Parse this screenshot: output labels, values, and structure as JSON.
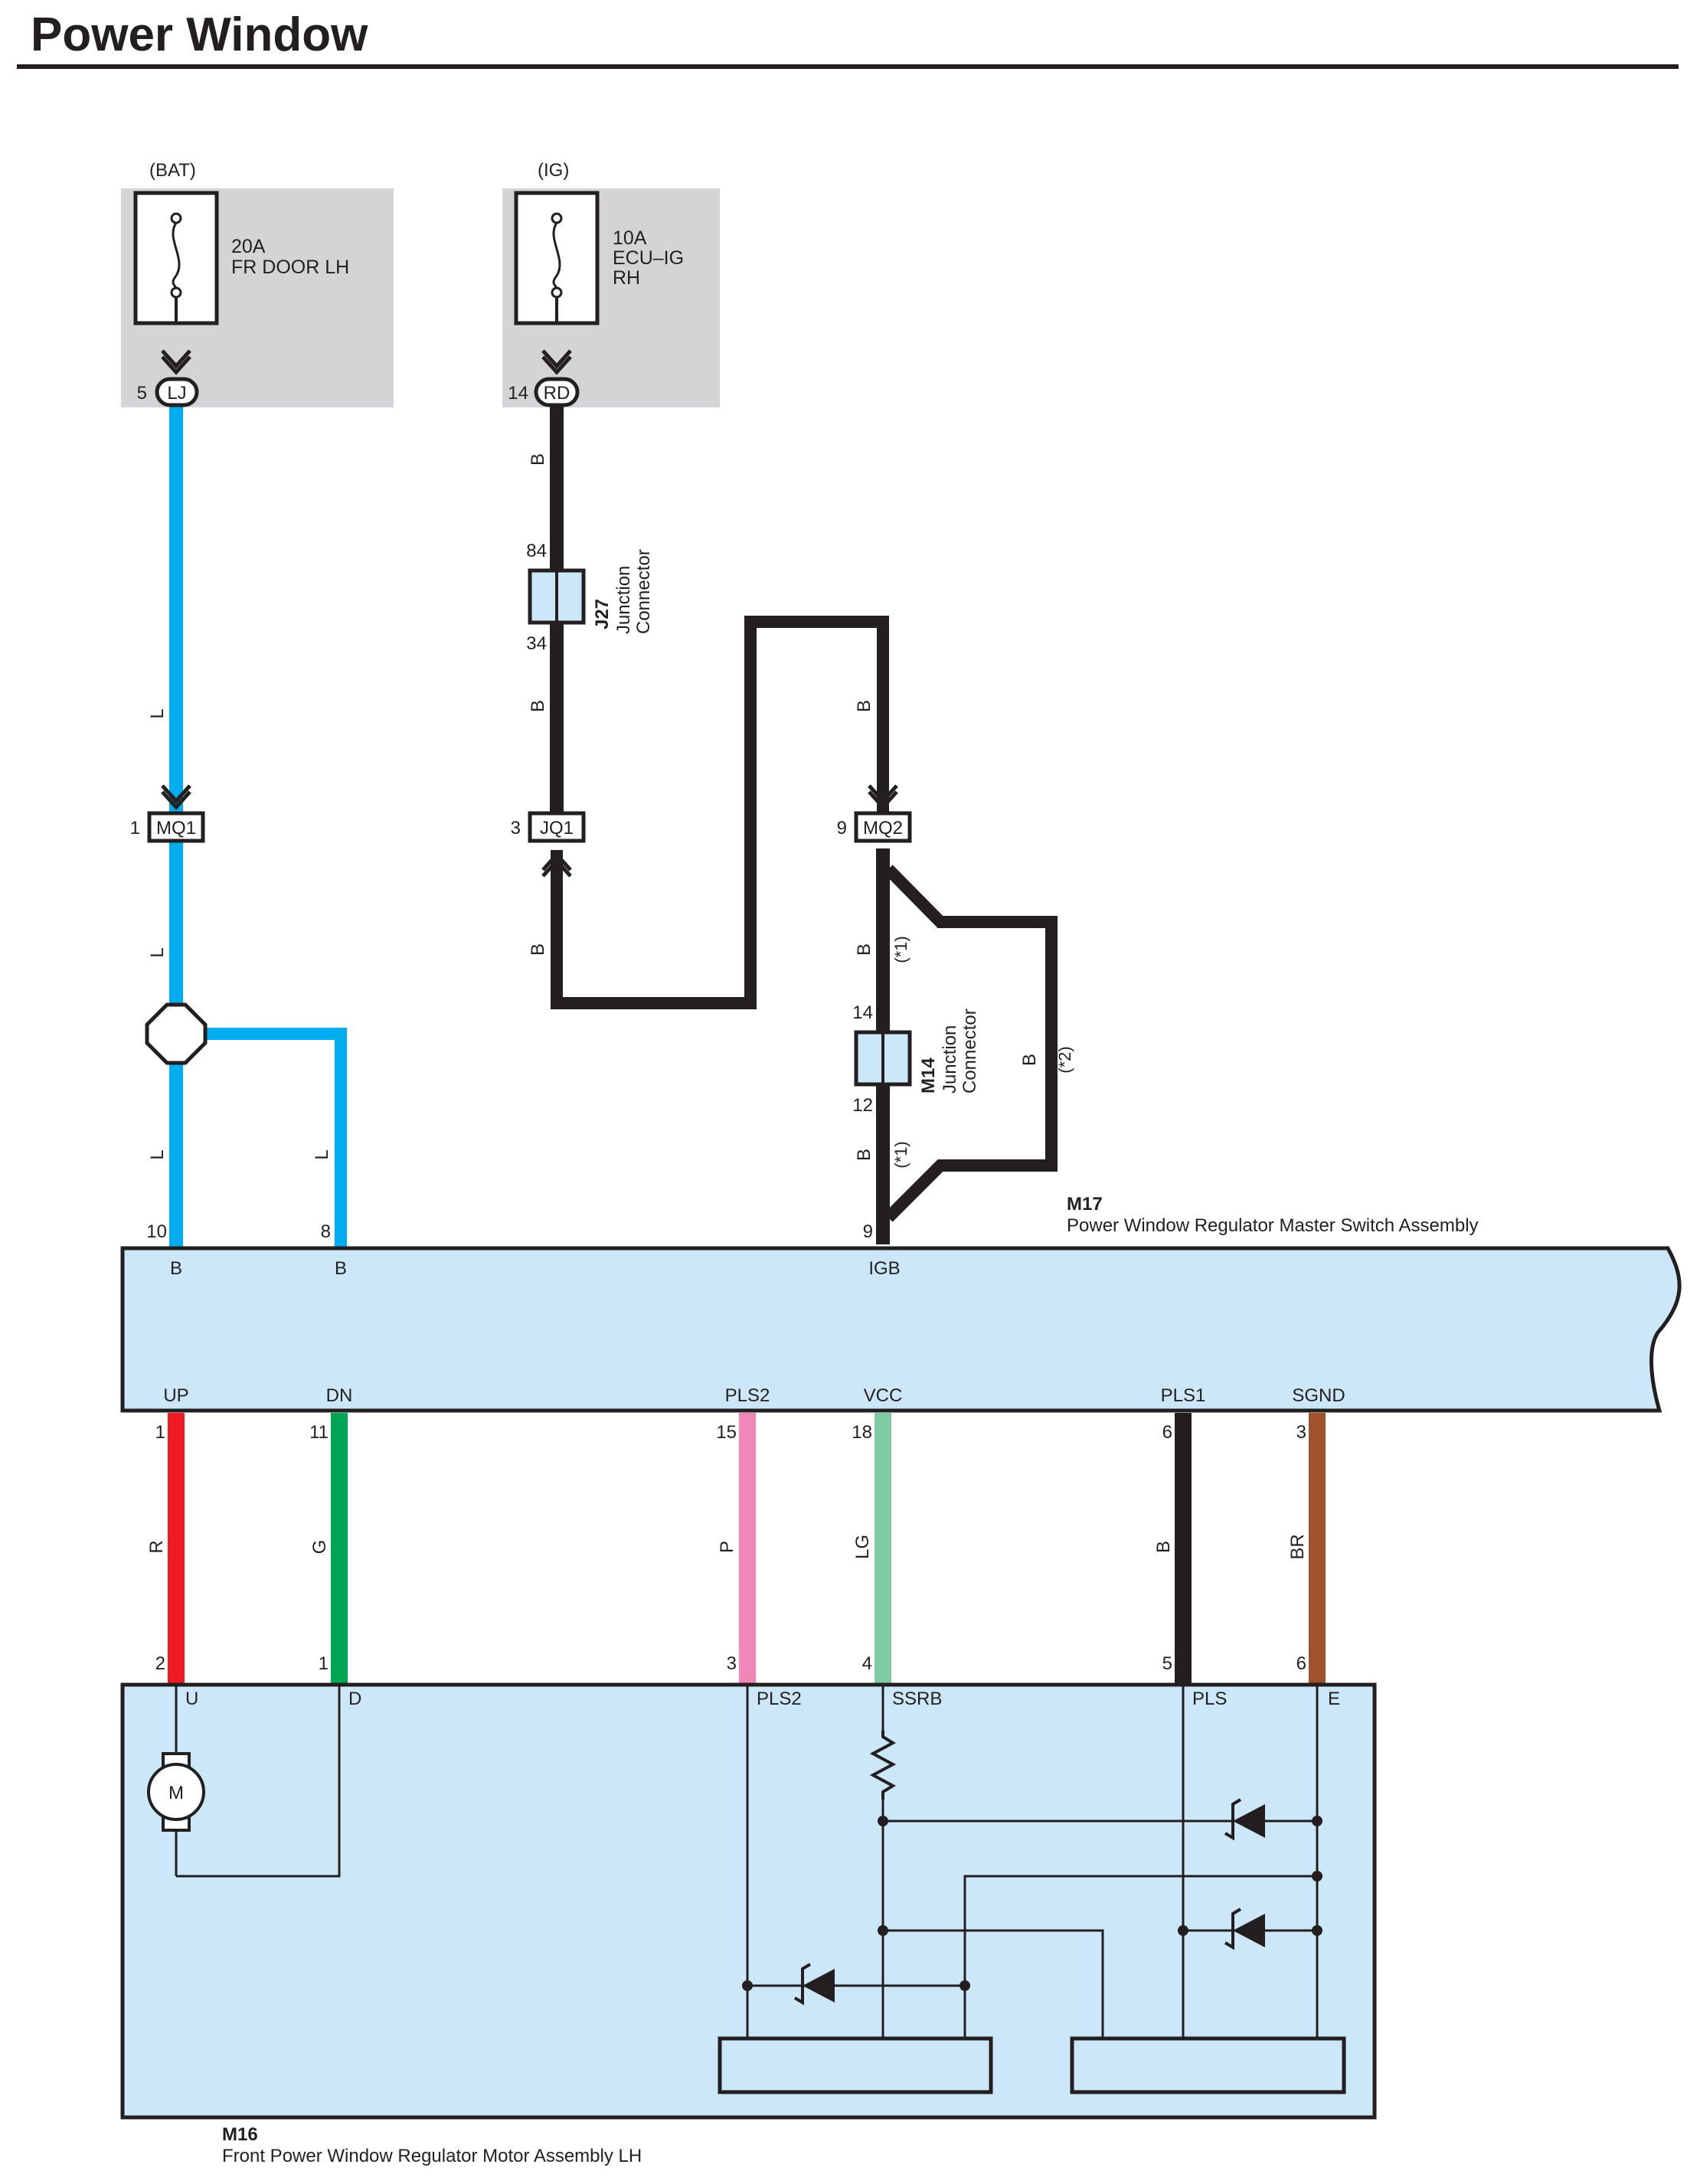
{
  "title": "Power Window",
  "colors": {
    "L": "#00aeef",
    "B": "#231f20",
    "R": "#ed1c24",
    "G": "#00a651",
    "P": "#f287b7",
    "LG": "#7ecba1",
    "BR": "#a0522d",
    "component_fill": "#cce8f8",
    "fuse_box_fill": "#d4d4d6"
  },
  "fuses": [
    {
      "source": "(BAT)",
      "rating": "20A",
      "name_lines": [
        "FR DOOR LH"
      ],
      "pin": "5",
      "connector": "LJ"
    },
    {
      "source": "(IG)",
      "rating": "10A",
      "name_lines": [
        "ECU–IG",
        "RH"
      ],
      "pin": "14",
      "connector": "RD"
    }
  ],
  "connectors": {
    "mq1": {
      "id": "MQ1",
      "pin": "1"
    },
    "jq1": {
      "id": "JQ1",
      "pin": "3"
    },
    "mq2": {
      "id": "MQ2",
      "pin": "9"
    }
  },
  "junctions": {
    "j27": {
      "id": "J27",
      "name_lines": [
        "Junction",
        "Connector"
      ],
      "pin_top": "84",
      "pin_bottom": "34"
    },
    "m14": {
      "id": "M14",
      "name_lines": [
        "Junction",
        "Connector"
      ],
      "pin_top": "14",
      "pin_bottom": "12"
    }
  },
  "wire_codes": {
    "l": "L",
    "b": "B",
    "r": "R",
    "g": "G",
    "p": "P",
    "lg": "LG",
    "br": "BR",
    "note1": "(*1)",
    "note2": "(*2)"
  },
  "m17": {
    "id": "M17",
    "name": "Power Window Regulator Master Switch Assembly",
    "top_pins": [
      {
        "pin": "10",
        "terminal": "B"
      },
      {
        "pin": "8",
        "terminal": "B"
      },
      {
        "pin": "9",
        "terminal": "IGB"
      }
    ],
    "bottom_pins": [
      {
        "pin": "1",
        "terminal": "UP"
      },
      {
        "pin": "11",
        "terminal": "DN"
      },
      {
        "pin": "15",
        "terminal": "PLS2"
      },
      {
        "pin": "18",
        "terminal": "VCC"
      },
      {
        "pin": "6",
        "terminal": "PLS1"
      },
      {
        "pin": "3",
        "terminal": "SGND"
      }
    ]
  },
  "m16": {
    "id": "M16",
    "name": "Front Power Window Regulator Motor Assembly LH",
    "pins": [
      {
        "pin": "2",
        "terminal": "U"
      },
      {
        "pin": "1",
        "terminal": "D"
      },
      {
        "pin": "3",
        "terminal": "PLS2"
      },
      {
        "pin": "4",
        "terminal": "SSRB"
      },
      {
        "pin": "5",
        "terminal": "PLS"
      },
      {
        "pin": "6",
        "terminal": "E"
      }
    ],
    "motor_label": "M"
  }
}
